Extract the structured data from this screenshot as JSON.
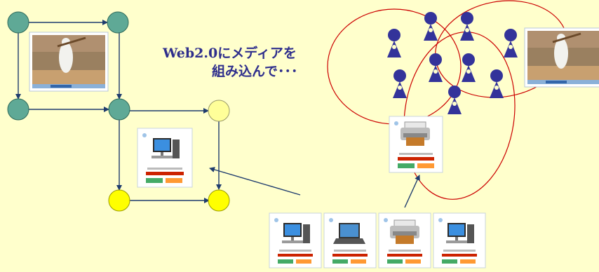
{
  "headline": {
    "line1": "Web2.0にメディアを",
    "line2": "組み込んで･･･"
  },
  "colors": {
    "background": "#ffffcc",
    "node_teal": "#5fa996",
    "node_yellow": "#ffff00",
    "node_pale_yellow": "#ffff99",
    "person": "#33339a",
    "community_circle": "#cc0000",
    "arrow": "#1f3c6e",
    "headline": "#2e2e8c",
    "price_text": "#cc2200",
    "tag_green": "#44aa66",
    "tag_orange": "#ff9933"
  },
  "icons": [
    "video-thumbnail-icon",
    "desktop-computer-icon",
    "laptop-computer-icon",
    "printer-icon",
    "person-icon"
  ],
  "product_cards": [
    {
      "name": "product-card-desktop",
      "icon": "desktop-computer-icon"
    },
    {
      "name": "product-card-laptop",
      "icon": "laptop-computer-icon"
    },
    {
      "name": "product-card-printer",
      "icon": "printer-icon"
    },
    {
      "name": "product-card-desktop-2",
      "icon": "desktop-computer-icon"
    }
  ]
}
